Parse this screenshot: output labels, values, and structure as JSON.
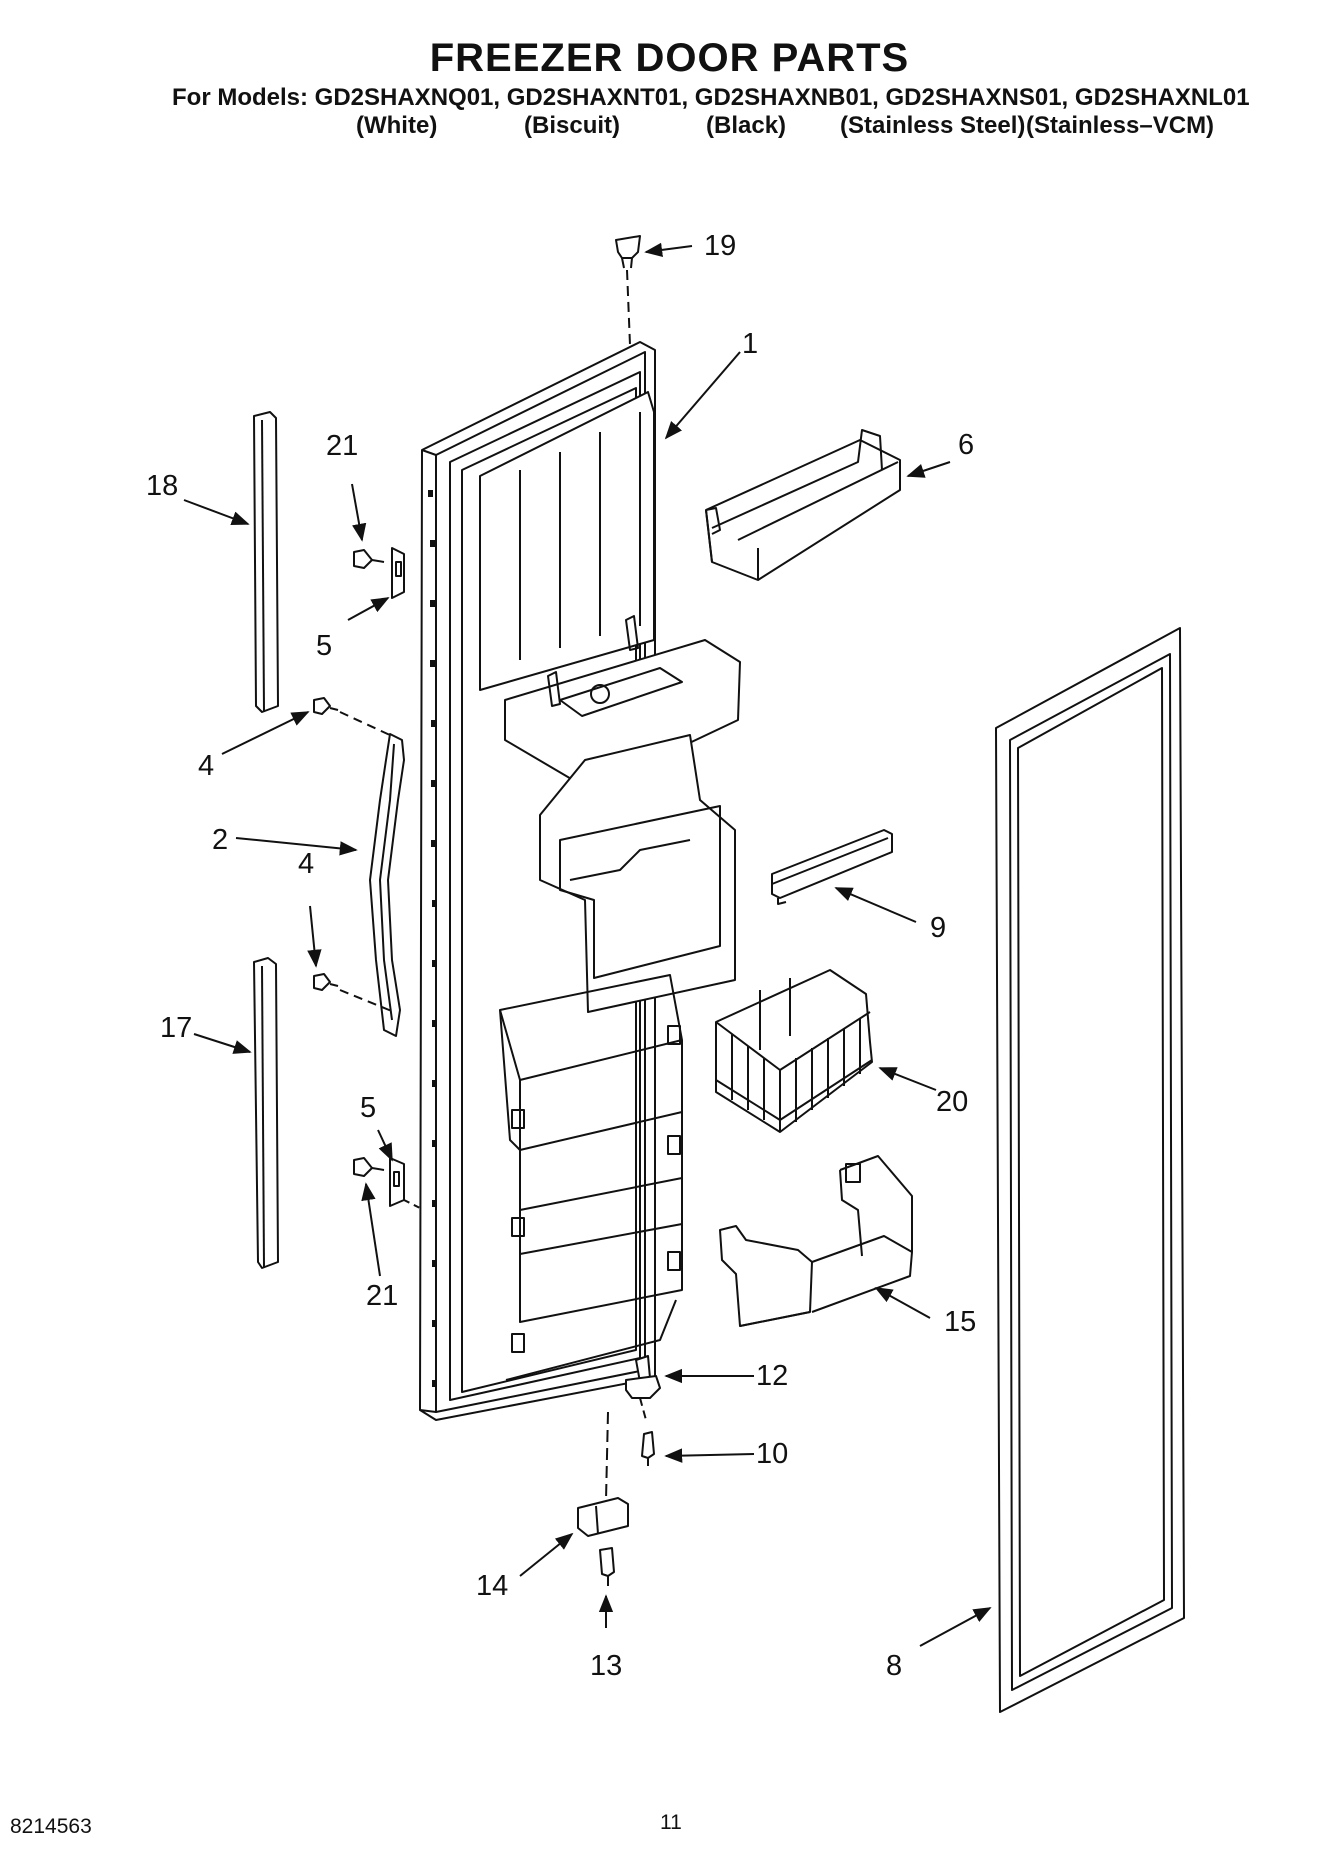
{
  "header": {
    "title": "FREEZER DOOR PARTS",
    "models_line": "For Models: GD2SHAXNQ01, GD2SHAXNT01, GD2SHAXNB01, GD2SHAXNS01, GD2SHAXNL01",
    "finishes": [
      "(White)",
      "(Biscuit)",
      "(Black)",
      "(Stainless Steel)",
      "(Stainless–VCM)"
    ]
  },
  "callouts": {
    "c19": "19",
    "c1": "1",
    "c6": "6",
    "c18": "18",
    "c21a": "21",
    "c5a": "5",
    "c4a": "4",
    "c2": "2",
    "c4b": "4",
    "c9": "9",
    "c17": "17",
    "c20": "20",
    "c5b": "5",
    "c21b": "21",
    "c15": "15",
    "c12": "12",
    "c10": "10",
    "c14": "14",
    "c13": "13",
    "c8": "8"
  },
  "footer": {
    "part_number": "8214563",
    "page_number": "11"
  }
}
